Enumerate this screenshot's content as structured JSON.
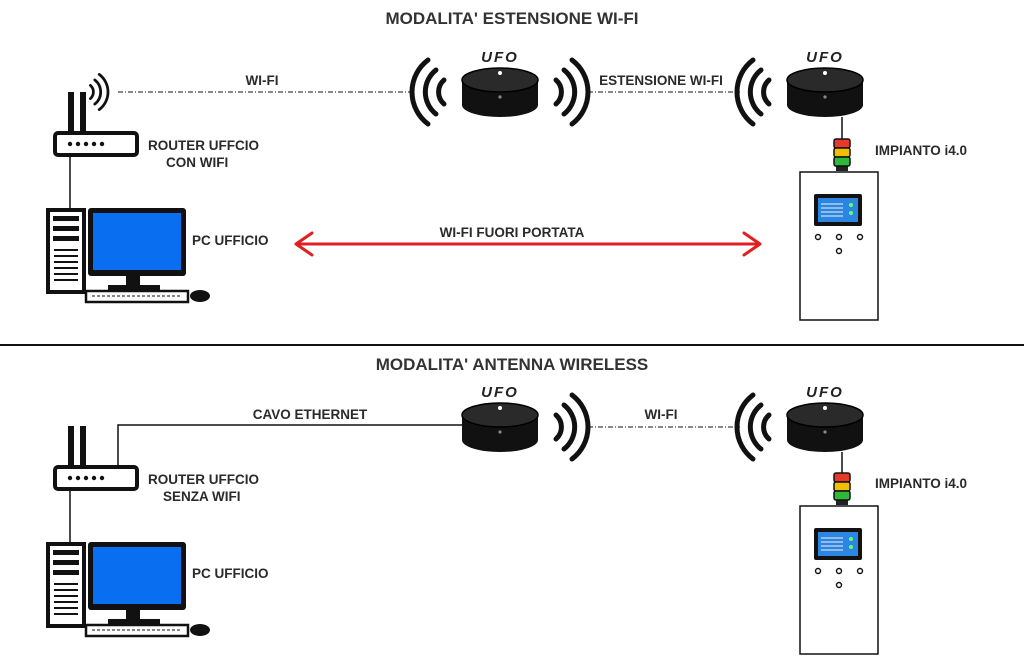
{
  "colors": {
    "screen": "#0a6ef0",
    "arrow": "#e02020",
    "ink": "#111111",
    "panel_screen": "#2a86e0",
    "light_red": "#e53a2a",
    "light_yellow": "#f0c000",
    "light_green": "#2fb83a"
  },
  "top": {
    "title": "MODALITA' ESTENSIONE WI-FI",
    "router_line1": "ROUTER UFFCIO",
    "router_line2": "CON WIFI",
    "pc_label": "PC UFFICIO",
    "wifi_label": "WI-FI",
    "extension_label": "ESTENSIONE WI-FI",
    "out_of_range_label": "WI-FI FUORI PORTATA",
    "plant_label": "IMPIANTO i4.0",
    "ufo_logo_1": "UFO",
    "ufo_logo_2": "UFO"
  },
  "bottom": {
    "title": "MODALITA' ANTENNA WIRELESS",
    "router_line1": "ROUTER UFFCIO",
    "router_line2": "SENZA WIFI",
    "pc_label": "PC UFFICIO",
    "cable_label": "CAVO ETHERNET",
    "wifi_label": "WI-FI",
    "plant_label": "IMPIANTO i4.0",
    "ufo_logo_1": "UFO",
    "ufo_logo_2": "UFO"
  },
  "icons": [
    "router-icon",
    "pc-icon",
    "ufo-device-icon",
    "wifi-waves-icon",
    "machine-cabinet-icon",
    "signal-tower-light-icon"
  ]
}
